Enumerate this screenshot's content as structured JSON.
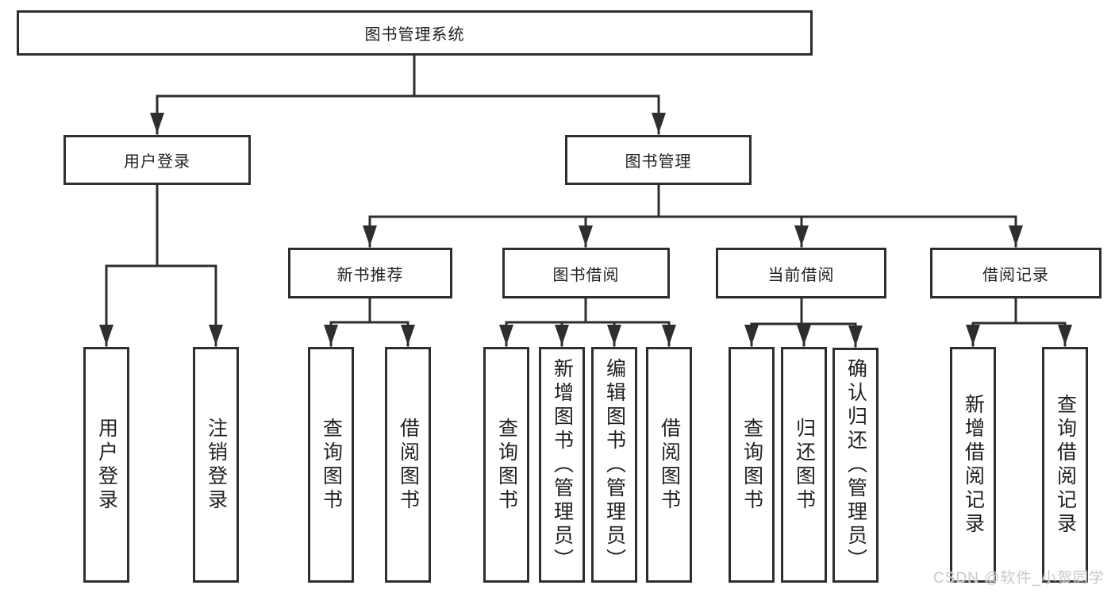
{
  "diagram": {
    "root": "图书管理系统",
    "user": {
      "label": "用户登录",
      "children": [
        "用户登录",
        "注销登录"
      ]
    },
    "books": {
      "label": "图书管理",
      "sections": [
        {
          "label": "新书推荐",
          "children": [
            "查询图书",
            "借阅图书"
          ]
        },
        {
          "label": "图书借阅",
          "children": [
            "查询图书",
            "新增图书（管理员）",
            "编辑图书（管理员）",
            "借阅图书"
          ]
        },
        {
          "label": "当前借阅",
          "children": [
            "查询图书",
            "归还图书",
            "确认归还（管理员）"
          ]
        },
        {
          "label": "借阅记录",
          "children": [
            "新增借阅记录",
            "查询借阅记录"
          ]
        }
      ]
    }
  },
  "watermark": "CSDN @软件_小贺同学",
  "colors": {
    "line": "#2e2e2e",
    "text": "#1f1f1f",
    "watermark": "#c5c9cd",
    "background": "#ffffff"
  }
}
